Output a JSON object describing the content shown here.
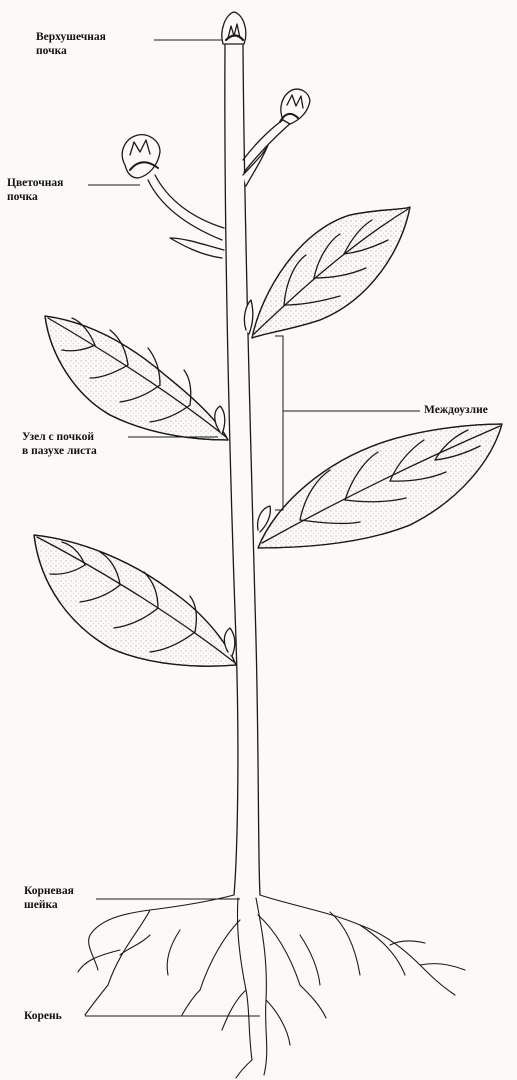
{
  "labels": {
    "apical_bud": [
      "Верхушечная",
      "почка"
    ],
    "flower_bud": [
      "Цветочная",
      "почка"
    ],
    "internode": "Междоузлие",
    "axillary_node": [
      "Узел с почкой",
      "в пазухе листа"
    ],
    "root_collar": [
      "Корневая",
      "шейка"
    ],
    "root": "Корень"
  },
  "colors": {
    "ink": "#1a1a1a",
    "leaf_shade": "#c9c6bd",
    "paper": "#fbfaf7"
  }
}
